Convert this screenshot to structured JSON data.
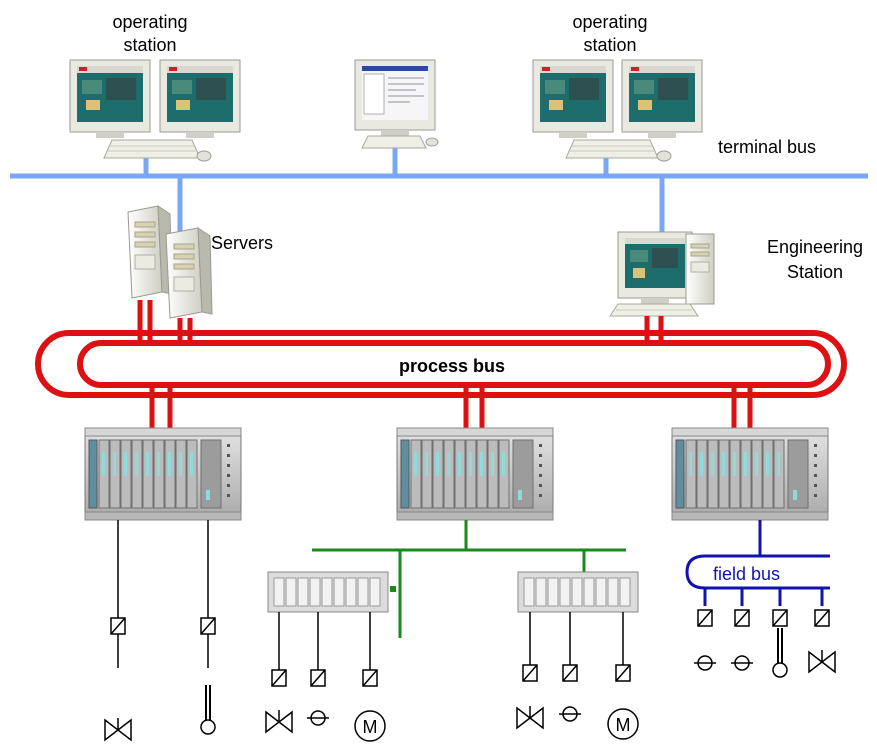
{
  "labels": {
    "operating_station_left": [
      "operating",
      "station"
    ],
    "operating_station_right": [
      "operating",
      "station"
    ],
    "terminal_bus": "terminal bus",
    "servers": "Servers",
    "engineering_station": [
      "Engineering",
      "Station"
    ],
    "process_bus": "process bus",
    "field_bus": "field bus",
    "motor_symbol": "M"
  },
  "colors": {
    "terminal_bus": "#7aa7f5",
    "process_bus": "#dd1111",
    "profibus_dp": "#1a8a1a",
    "field_bus": "#1212b0",
    "wire": "#000000",
    "monitor_screen": "#1d6d6d",
    "rack_module": "#8fdada",
    "rack_body": "#c9c9c9"
  },
  "icons": [
    "monitor-icon",
    "keyboard-icon",
    "mouse-icon",
    "server-tower-icon",
    "workstation-icon",
    "automation-rack-icon",
    "io-module-icon",
    "transmitter-icon",
    "valve-icon",
    "sensor-icon",
    "motor-icon",
    "thermometer-icon"
  ]
}
